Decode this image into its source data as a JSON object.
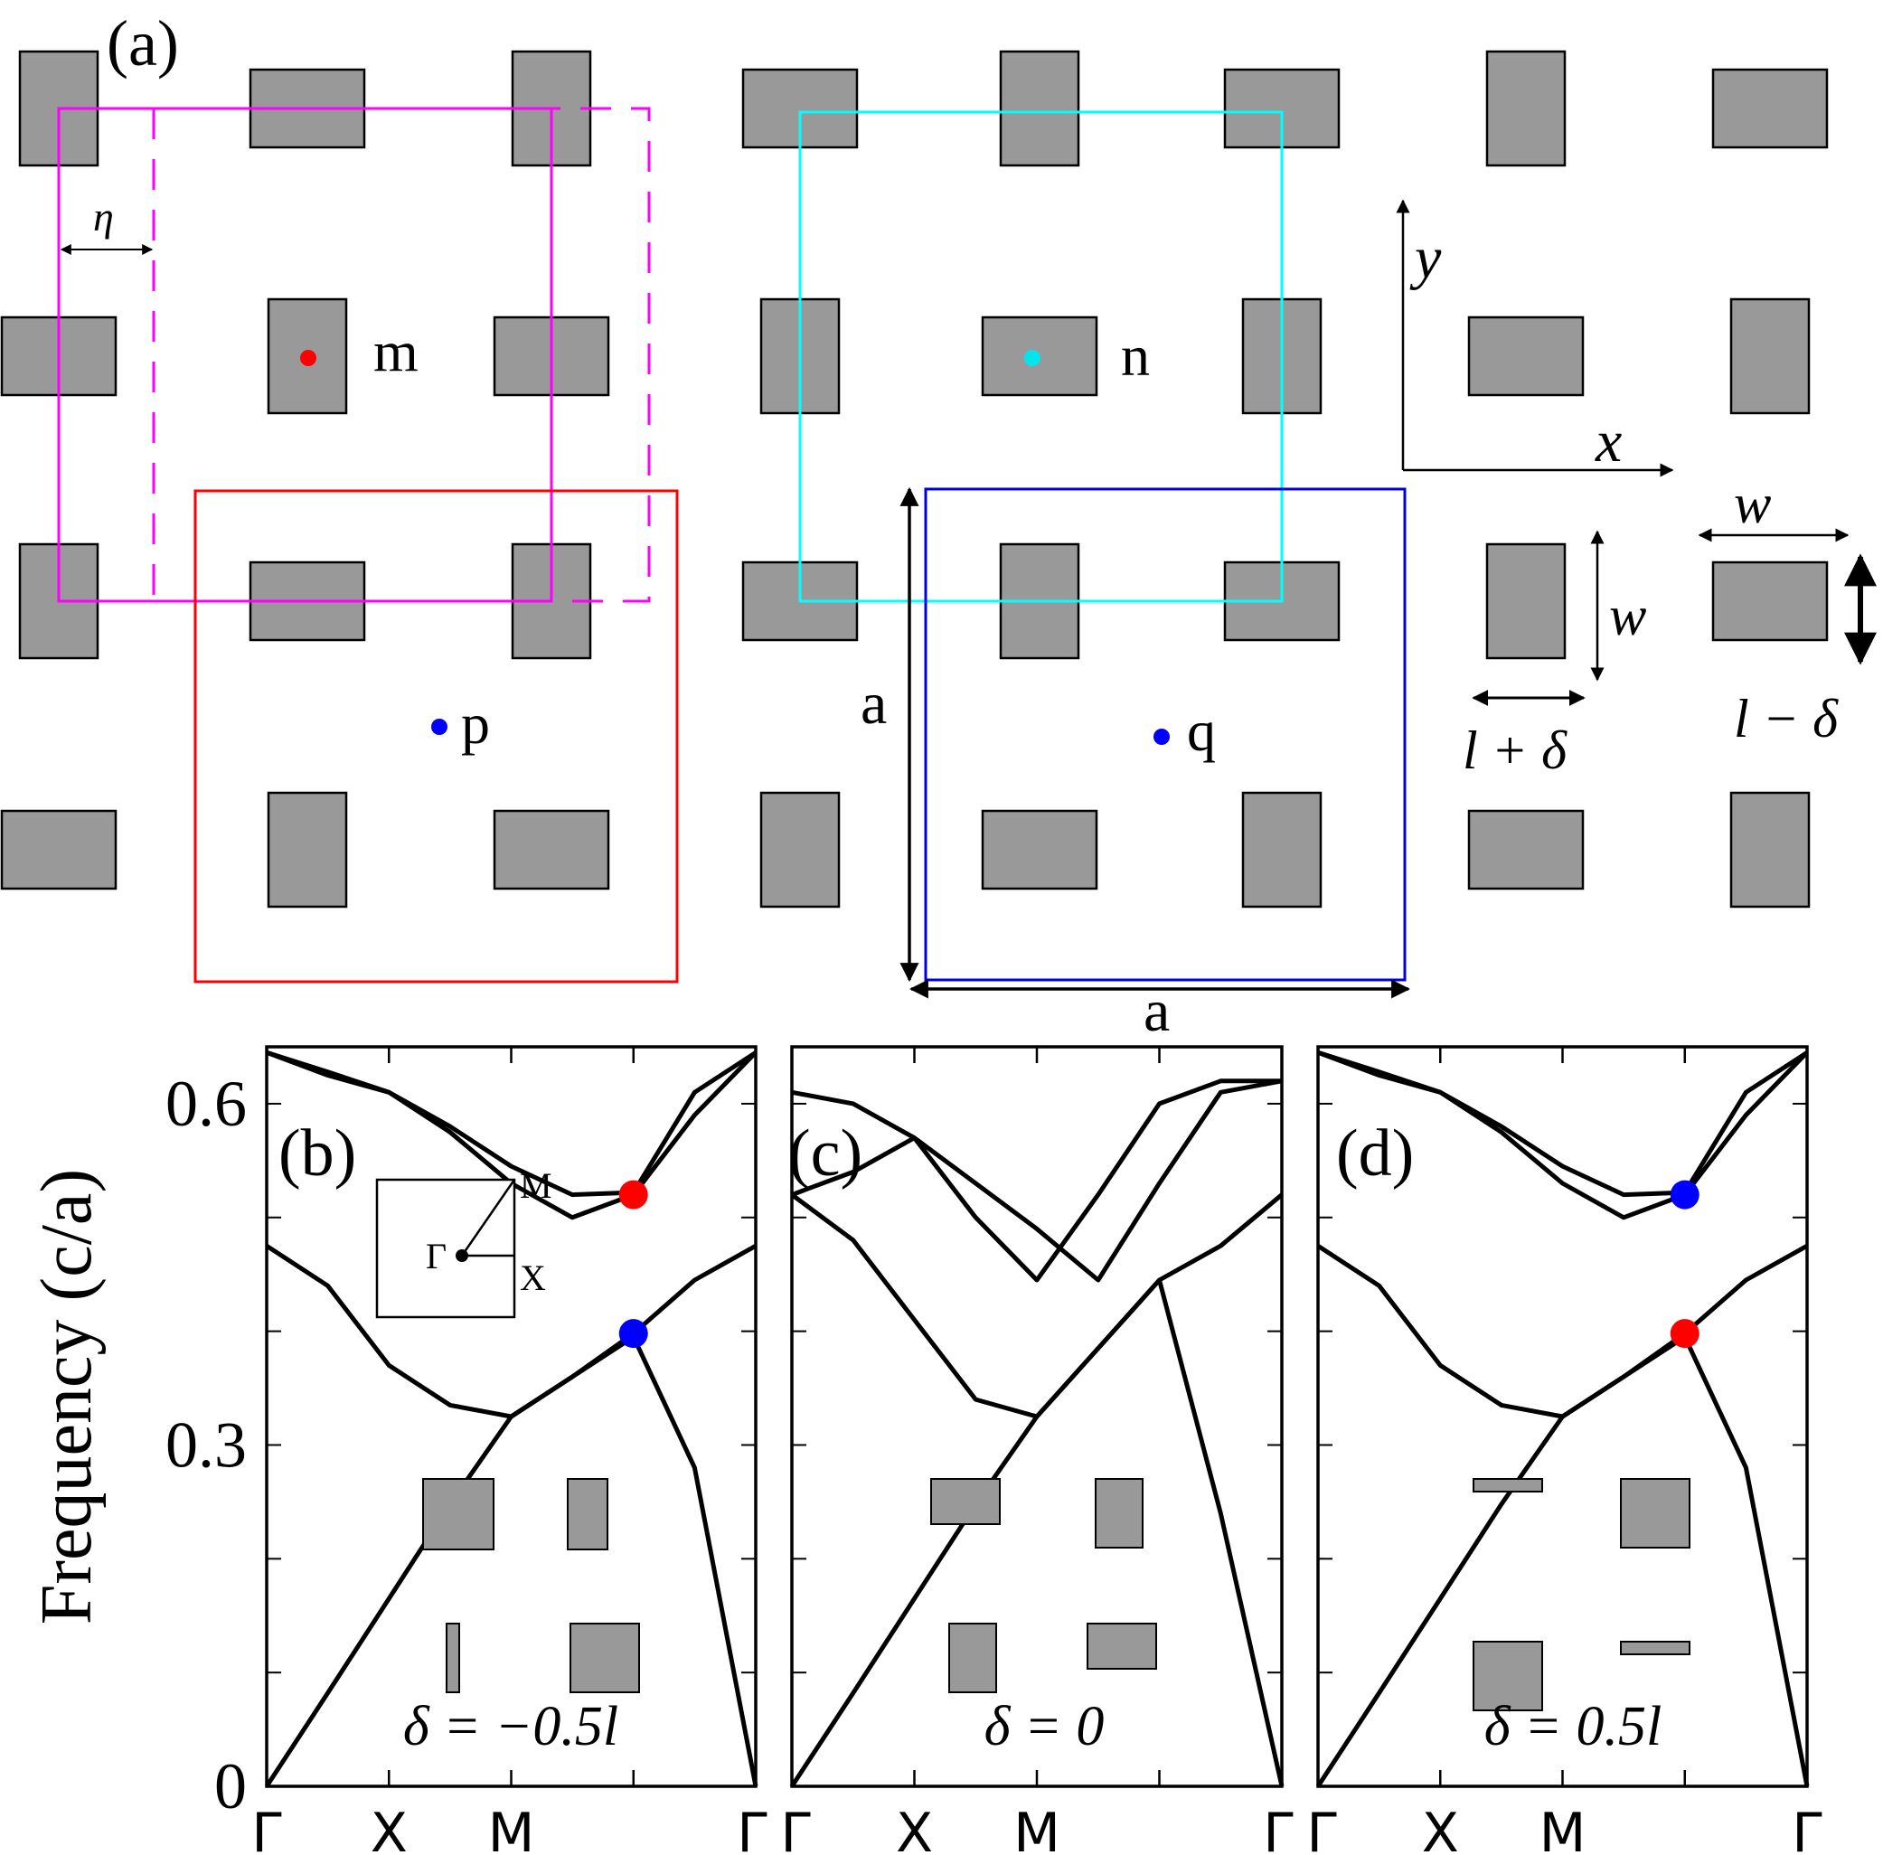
{
  "panel_a": {
    "label": "(a)",
    "points": [
      {
        "label": "m",
        "color": "#ff0000"
      },
      {
        "label": "n",
        "color": "#00e5ee"
      },
      {
        "label": "p",
        "color": "#0000ff"
      },
      {
        "label": "q",
        "color": "#0000ff"
      }
    ],
    "eta_label": "η",
    "axis_x": "x",
    "axis_y": "y",
    "lattice_label_vertical": "a",
    "lattice_label_horizontal": "a",
    "dim_w_horizontal": "w",
    "dim_w_vertical": "w",
    "dim_l_plus": "l + δ",
    "dim_l_minus": "l − δ",
    "colors": {
      "magenta": "#ff00ff",
      "cyan": "#00ffff",
      "red": "#ff0000",
      "blue": "#0000dd",
      "rod": "#999999"
    }
  },
  "chart_data": [
    {
      "type": "line",
      "label": "(b)",
      "annotation": "δ = −0.5l",
      "ylabel": "Frequency (c/a)",
      "ylim": [
        0,
        0.65
      ],
      "yticks": [
        "0",
        "0.3",
        "0.6"
      ],
      "xticks": [
        "Γ",
        "X",
        "M",
        "Γ"
      ],
      "inset_bz": {
        "gamma": "Γ",
        "x": "X",
        "m": "M"
      },
      "bands": [
        {
          "k": [
            0,
            0.5,
            1,
            1.5,
            2,
            2.5,
            3,
            3.5,
            4
          ],
          "values": [
            0,
            0.082,
            0.165,
            0.248,
            0.325,
            0.36,
            0.395,
            0.28,
            0
          ]
        },
        {
          "k": [
            0,
            0.5,
            1,
            1.5,
            2,
            2.5,
            3,
            3.5,
            4
          ],
          "values": [
            0.475,
            0.44,
            0.37,
            0.335,
            0.325,
            0.36,
            0.398,
            0.445,
            0.475
          ]
        },
        {
          "k": [
            0,
            0.5,
            1,
            1.5,
            2,
            2.5,
            3,
            3.5,
            4
          ],
          "values": [
            0.645,
            0.625,
            0.61,
            0.575,
            0.53,
            0.5,
            0.52,
            0.59,
            0.645
          ]
        },
        {
          "k": [
            0,
            0.5,
            1,
            1.5,
            2,
            2.5,
            3,
            3.5,
            4
          ],
          "values": [
            0.645,
            0.628,
            0.61,
            0.58,
            0.545,
            0.52,
            0.522,
            0.61,
            0.645
          ]
        }
      ],
      "markers": [
        {
          "k": 3,
          "value": 0.52,
          "color": "#ff0000"
        },
        {
          "k": 3,
          "value": 0.398,
          "color": "#0000ff"
        }
      ]
    },
    {
      "type": "line",
      "label": "(c)",
      "annotation": "δ = 0",
      "ylim": [
        0,
        0.65
      ],
      "xticks": [
        "Γ",
        "X",
        "M",
        "Γ"
      ],
      "bands": [
        {
          "k": [
            0,
            0.5,
            1,
            1.5,
            2,
            2.5,
            3,
            3.5,
            4
          ],
          "values": [
            0,
            0.082,
            0.165,
            0.248,
            0.325,
            0.385,
            0.445,
            0.24,
            0
          ]
        },
        {
          "k": [
            0,
            0.5,
            1,
            1.5,
            2,
            2.5,
            3,
            3.5,
            4
          ],
          "values": [
            0.52,
            0.48,
            0.41,
            0.34,
            0.325,
            0.385,
            0.445,
            0.475,
            0.52
          ]
        },
        {
          "k": [
            0,
            0.5,
            1,
            1.5,
            2,
            2.5,
            3,
            3.5,
            4
          ],
          "values": [
            0.52,
            0.54,
            0.57,
            0.5,
            0.445,
            0.52,
            0.6,
            0.62,
            0.62
          ]
        },
        {
          "k": [
            0,
            0.5,
            1,
            1.5,
            2,
            2.5,
            3,
            3.5,
            4
          ],
          "values": [
            0.61,
            0.6,
            0.57,
            0.53,
            0.49,
            0.445,
            0.53,
            0.61,
            0.62
          ]
        }
      ],
      "markers": []
    },
    {
      "type": "line",
      "label": "(d)",
      "annotation": "δ = 0.5l",
      "ylim": [
        0,
        0.65
      ],
      "xticks": [
        "Γ",
        "X",
        "M",
        "Γ"
      ],
      "bands": [
        {
          "k": [
            0,
            0.5,
            1,
            1.5,
            2,
            2.5,
            3,
            3.5,
            4
          ],
          "values": [
            0,
            0.082,
            0.165,
            0.248,
            0.325,
            0.36,
            0.395,
            0.28,
            0
          ]
        },
        {
          "k": [
            0,
            0.5,
            1,
            1.5,
            2,
            2.5,
            3,
            3.5,
            4
          ],
          "values": [
            0.475,
            0.44,
            0.37,
            0.335,
            0.325,
            0.36,
            0.398,
            0.445,
            0.475
          ]
        },
        {
          "k": [
            0,
            0.5,
            1,
            1.5,
            2,
            2.5,
            3,
            3.5,
            4
          ],
          "values": [
            0.645,
            0.625,
            0.61,
            0.575,
            0.53,
            0.5,
            0.52,
            0.59,
            0.645
          ]
        },
        {
          "k": [
            0,
            0.5,
            1,
            1.5,
            2,
            2.5,
            3,
            3.5,
            4
          ],
          "values": [
            0.645,
            0.628,
            0.61,
            0.58,
            0.545,
            0.52,
            0.522,
            0.61,
            0.645
          ]
        }
      ],
      "markers": [
        {
          "k": 3,
          "value": 0.52,
          "color": "#0000ff"
        },
        {
          "k": 3,
          "value": 0.398,
          "color": "#ff0000"
        }
      ]
    }
  ]
}
